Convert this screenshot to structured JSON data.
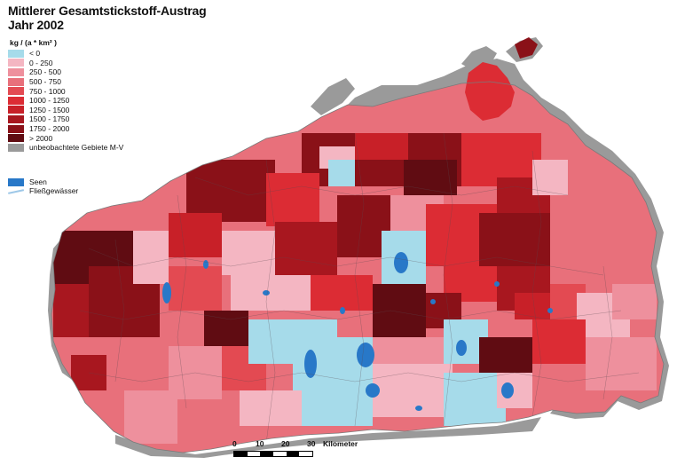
{
  "title": {
    "line1": "Mittlerer Gesamtstickstoff-Austrag",
    "line2": "Jahr 2002"
  },
  "legend": {
    "unit": "kg / (a * km² )",
    "classes": [
      {
        "label": "< 0",
        "color": "#a6dbea"
      },
      {
        "label": "0 - 250",
        "color": "#f4b6c2"
      },
      {
        "label": "250 - 500",
        "color": "#ee909d"
      },
      {
        "label": "500 - 750",
        "color": "#e8707b"
      },
      {
        "label": "750 - 1000",
        "color": "#e34a52"
      },
      {
        "label": "1000 - 1250",
        "color": "#dc2c34"
      },
      {
        "label": "1250 - 1500",
        "color": "#c82028"
      },
      {
        "label": "1500 - 1750",
        "color": "#a8171f"
      },
      {
        "label": "1750 - 2000",
        "color": "#8a1118"
      },
      {
        "label": "> 2000",
        "color": "#600c12"
      }
    ],
    "unobserved": {
      "label": "unbeobachtete Gebiete M-V",
      "color": "#9a9a9a"
    }
  },
  "water_legend": {
    "lakes": {
      "label": "Seen",
      "color": "#2878c8"
    },
    "rivers": {
      "label": "Fließgewässer",
      "color": "#9ec8e8"
    }
  },
  "scalebar": {
    "ticks": [
      "0",
      "10",
      "20",
      "30"
    ],
    "unit": "Kilometer"
  }
}
